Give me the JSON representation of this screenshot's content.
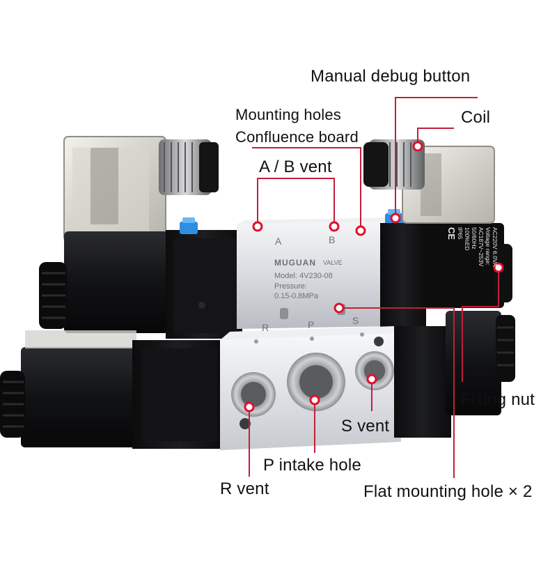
{
  "callouts": {
    "manual_debug_button": "Manual debug button",
    "coil": "Coil",
    "mounting_holes": "Mounting holes",
    "confluence_board": "Confluence board",
    "ab_vent": "A / B vent",
    "fixing_nut": "Fixing nut",
    "s_vent": "S vent",
    "p_intake_hole": "P intake hole",
    "r_vent": "R vent",
    "flat_mounting_hole": "Flat mounting hole × 2"
  },
  "valve_body": {
    "brand": "MUGUAN",
    "brand_suffix": "VALVE",
    "model_line": "Model:  4V230-08",
    "pressure_line": "Pressure:",
    "pressure_range": "0.15-0.8MPa",
    "port_a": "A",
    "port_b": "B",
    "port_r": "R",
    "port_p": "P",
    "port_s": "S"
  },
  "coil_label": {
    "lines": [
      "AC220V  6.0VA",
      "Voltage range:",
      "AC187V~253V",
      "50/60Hz",
      "100%ED",
      "IP65"
    ],
    "ce_mark": "CE"
  },
  "colors": {
    "marker_red": "#e0102a",
    "leader_line": "#c0203a",
    "aluminum": "#d6d8dc",
    "solenoid_black": "#111214",
    "button_blue": "#2d8fe0"
  }
}
